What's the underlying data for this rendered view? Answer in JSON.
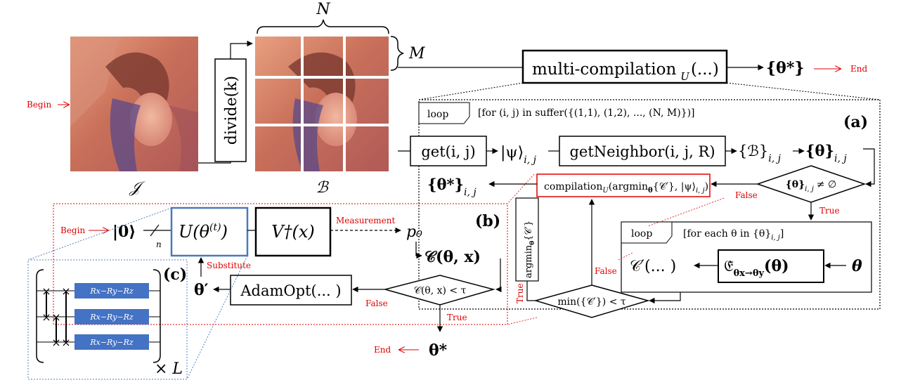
{
  "colors": {
    "red": "#e00000",
    "blue_box": "#4a7ab8",
    "gate_fill": "#4472c4",
    "dotted_blue": "#4f81bd",
    "black": "#000000"
  },
  "image_labels": {
    "input_image": "𝒥",
    "blocks": "ℬ",
    "N": "N",
    "M": "M",
    "divide": "divide(k)"
  },
  "flow_labels": {
    "begin_main": "Begin",
    "end_main": "End",
    "begin_b": "Begin",
    "end_b": "End",
    "multi_compilation": "multi-compilation",
    "multi_compilation_sub": "U",
    "multi_compilation_args": "(...)",
    "theta_star_set": "{θ*}"
  },
  "panel_a": {
    "label": "(a)",
    "loop_tag": "loop",
    "loop_text": "[for (i, j) in suffer({(1,1), (1,2), ..., (N, M)})]",
    "get_box": "get(i, j)",
    "psi": "|ψ⟩",
    "psi_sub": "i, j",
    "get_neighbor": "getNeighbor(i, j, R)",
    "b_set": "{ℬ}",
    "b_set_sub": "i, j",
    "theta_set": "{θ}",
    "theta_set_sub": "i, j",
    "theta_star_out": "{θ*}",
    "theta_star_out_sub": "i, j",
    "compilation_box": "compilation",
    "compilation_sub": "U",
    "compilation_args": "(argmin",
    "compilation_args2": "{𝒞′}, |ψ⟩",
    "compilation_close": ")",
    "nonempty_diamond": "{θ}",
    "nonempty_diamond_tail": "≠ ∅",
    "false_1": "False",
    "true_1": "True",
    "inner_loop_tag": "loop",
    "inner_loop_text": "[for each θ in {θ}",
    "inner_loop_sub": "i, j",
    "inner_loop_close": "]",
    "c_prime": "𝒞′(... )",
    "transfer": "𝔈̃",
    "transfer_sub": "θx→θy",
    "transfer_arg": "(θ)",
    "theta_in": "θ",
    "argmin_vertical": "argmin",
    "argmin_vertical_tail": "{𝒞′}",
    "min_diamond": "min({𝒞′}) < τ",
    "false_2": "False",
    "true_2": "True"
  },
  "panel_b": {
    "label": "(b)",
    "ket0": "|0⟩",
    "n": "n",
    "u_box": "U(θ",
    "u_box_sup": "(t)",
    "u_box_close": ")",
    "v_box": "V†(x)",
    "measurement": "Measurement",
    "p0": "p₀",
    "cost": "𝒞(θ, x)",
    "cost_diamond": "𝒞(θ, x) < τ",
    "false": "False",
    "true": "True",
    "adam": "AdamOpt(... )",
    "theta_prime": "θ′",
    "substitute": "Substitute",
    "theta_star": "θ*"
  },
  "panel_c": {
    "label": "(c)",
    "gate_labels": [
      "Rx−Ry−Rz",
      "Rx−Ry−Rz",
      "Rx−Ry−Rz"
    ],
    "times_L": "× L"
  }
}
